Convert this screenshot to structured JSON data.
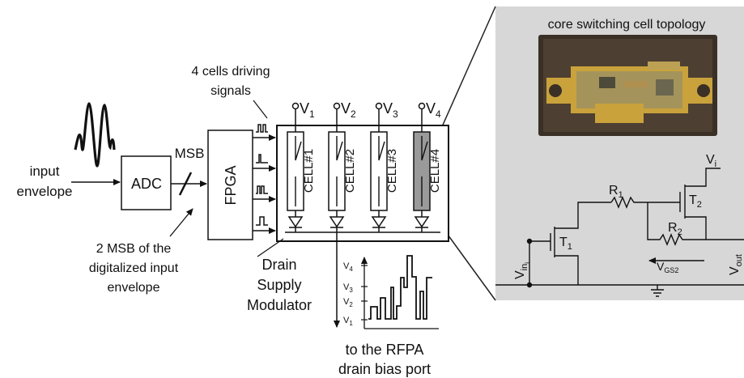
{
  "labels": {
    "input_envelope": [
      "input",
      "envelope"
    ],
    "adc": "ADC",
    "msb": "MSB",
    "fpga": "FPGA",
    "cells_driving": [
      "4 cells driving",
      "signals"
    ],
    "msb_note": [
      "2 MSB of the",
      "digitalized input",
      "envelope"
    ],
    "modulator": [
      "Drain",
      "Supply",
      "Modulator"
    ],
    "rfpa": [
      "to the RFPA",
      "drain bias port"
    ]
  },
  "cells": [
    {
      "supply": "V",
      "sub": "1",
      "name": "CELL#1",
      "highlighted": false
    },
    {
      "supply": "V",
      "sub": "2",
      "name": "CELL#2",
      "highlighted": false
    },
    {
      "supply": "V",
      "sub": "3",
      "name": "CELL#3",
      "highlighted": false
    },
    {
      "supply": "V",
      "sub": "4",
      "name": "CELL#4",
      "highlighted": true
    }
  ],
  "waveform": {
    "ticks": [
      {
        "main": "V",
        "sub": "4"
      },
      {
        "main": "V",
        "sub": "3"
      },
      {
        "main": "V",
        "sub": "2"
      },
      {
        "main": "V",
        "sub": "1"
      }
    ]
  },
  "inset": {
    "title": "core switching cell topology",
    "t1": {
      "main": "T",
      "sub": "1"
    },
    "t2": {
      "main": "T",
      "sub": "2"
    },
    "r1": {
      "main": "R",
      "sub": "1"
    },
    "r2": {
      "main": "R",
      "sub": "2"
    },
    "vi": {
      "main": "V",
      "sub": "i"
    },
    "vin": {
      "main": "V",
      "sub": "in"
    },
    "vin_subsub": "i",
    "vout": {
      "main": "V",
      "sub": "out"
    },
    "vgs2": {
      "main": "V",
      "sub": "GS2"
    }
  },
  "colors": {
    "panel_bg": "#d7d7d7",
    "cell_highlight": "#9a9a9a",
    "photo_board": "#3a3026",
    "photo_gold": "#c9a23c"
  }
}
